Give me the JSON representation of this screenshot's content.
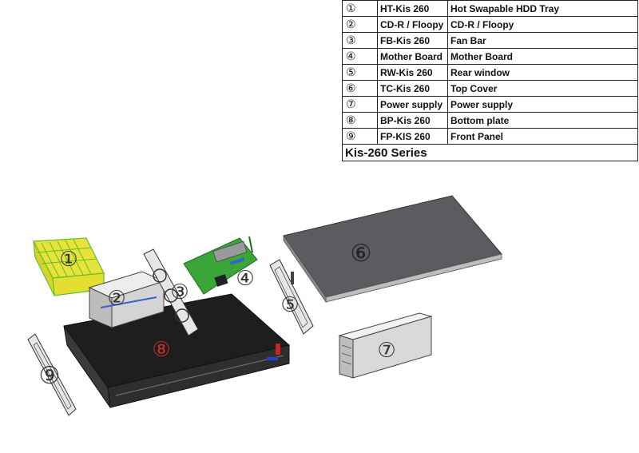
{
  "legend": {
    "rows": [
      {
        "num": "①",
        "code": "HT-Kis 260",
        "desc": "Hot Swapable HDD Tray"
      },
      {
        "num": "②",
        "code": "CD-R / Floopy",
        "desc": "CD-R / Floopy"
      },
      {
        "num": "③",
        "code": "FB-Kis 260",
        "desc": "Fan Bar"
      },
      {
        "num": "④",
        "code": "Mother Board",
        "desc": "Mother Board"
      },
      {
        "num": "⑤",
        "code": "RW-Kis 260",
        "desc": "Rear window"
      },
      {
        "num": "⑥",
        "code": "TC-Kis 260",
        "desc": "Top  Cover"
      },
      {
        "num": "⑦",
        "code": "Power supply",
        "desc": "Power supply"
      },
      {
        "num": "⑧",
        "code": "BP-Kis 260",
        "desc": "Bottom plate"
      },
      {
        "num": "⑨",
        "code": "FP-KIS 260",
        "desc": "Front Panel"
      }
    ],
    "series_title": "Kis-260 Series"
  },
  "callouts": {
    "hdd_tray": "①",
    "cdr_floppy": "②",
    "fan_bar": "③",
    "mother_board": "④",
    "rear_window": "⑤",
    "top_cover": "⑥",
    "power_supply": "⑦",
    "bottom_plate": "⑧",
    "front_panel": "⑨"
  },
  "colors": {
    "hdd_tray": "#e8e23a",
    "hdd_tray_mesh": "#5fbf2a",
    "pcb": "#3aa63a",
    "cover": "#55575a",
    "chassis": "#1e1e1e",
    "psu": "#d9d9d9",
    "bottom_plate_label": "#c0302a"
  }
}
